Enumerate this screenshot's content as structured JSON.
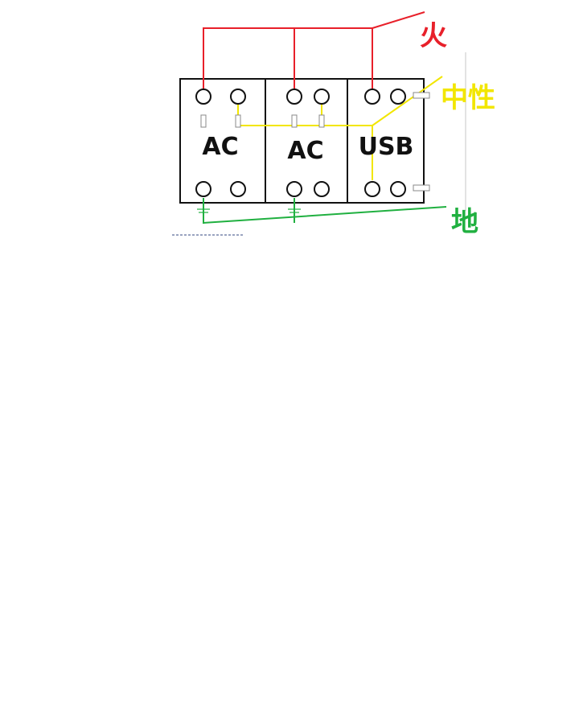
{
  "modules": [
    {
      "label": "AC"
    },
    {
      "label": "AC"
    },
    {
      "label": "USB"
    }
  ],
  "wires": {
    "live": {
      "label": "火",
      "color": "#e8202a"
    },
    "neutral": {
      "label": "中性",
      "color": "#f2e600"
    },
    "ground": {
      "label": "地",
      "color": "#20b040"
    }
  },
  "colors": {
    "outline": "#111111",
    "component": "#888888",
    "margin_line": "#d0d0d0"
  }
}
